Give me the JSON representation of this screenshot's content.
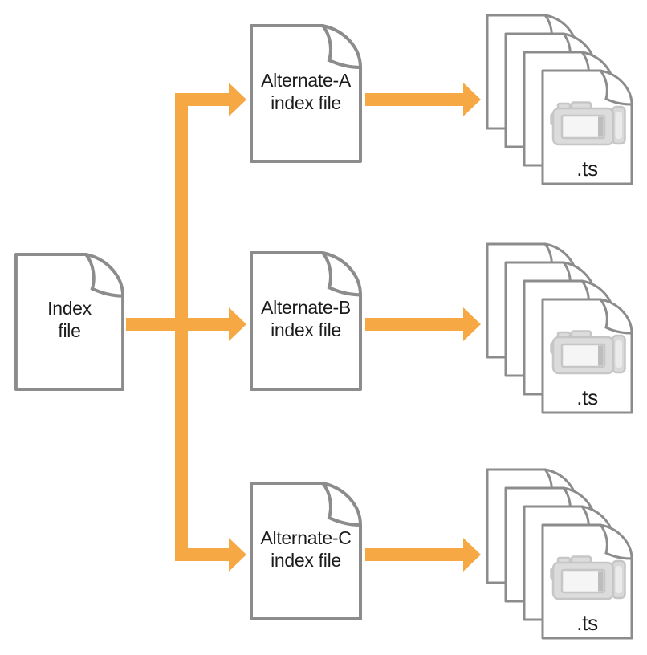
{
  "diagram": {
    "colors": {
      "arrow": "#F5A843",
      "doc_outline": "#8C8C8C",
      "doc_fill": "#FFFFFF",
      "text": "#1B1B1B",
      "camera_body": "#DCDCDC",
      "camera_outline": "#C6C6C6",
      "camera_screen": "#F5F5F5",
      "camera_dark_strip": "#BDBDBD"
    },
    "nodes": {
      "index": {
        "label": "Index\nfile"
      },
      "alt_a": {
        "label": "Alternate-A\nindex file"
      },
      "alt_b": {
        "label": "Alternate-B\nindex file"
      },
      "alt_c": {
        "label": "Alternate-C\nindex file"
      }
    },
    "stacks": [
      {
        "label": ".ts",
        "icon": "video-camera-icon",
        "document_count": 4
      },
      {
        "label": ".ts",
        "icon": "video-camera-icon",
        "document_count": 4
      },
      {
        "label": ".ts",
        "icon": "video-camera-icon",
        "document_count": 4
      }
    ],
    "edges": [
      {
        "from": "index",
        "to": "alt_a"
      },
      {
        "from": "index",
        "to": "alt_b"
      },
      {
        "from": "index",
        "to": "alt_c"
      },
      {
        "from": "alt_a",
        "to": "ts_stack_1"
      },
      {
        "from": "alt_b",
        "to": "ts_stack_2"
      },
      {
        "from": "alt_c",
        "to": "ts_stack_3"
      }
    ]
  }
}
